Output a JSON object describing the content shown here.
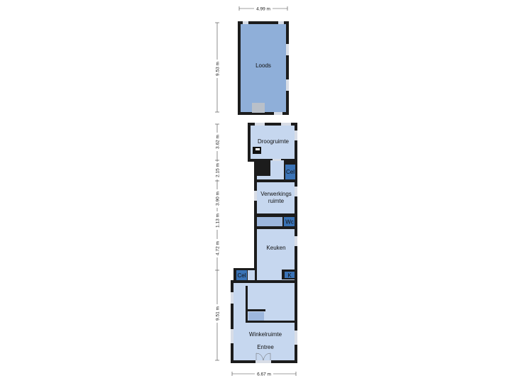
{
  "rooms": {
    "loods": "Loods",
    "droogruimte": "Droogruimte",
    "cel_top": "Cel",
    "verwerkingsruimte_line1": "Verwerkings",
    "verwerkingsruimte_line2": "ruimte",
    "wc": "Wc",
    "keuken": "Keuken",
    "cel_left": "Cel",
    "k_top": "K",
    "k_bottom": "K",
    "winkelruimte": "Winkelruimte",
    "entree": "Entree"
  },
  "dimensions": {
    "top_width": "4.99 m",
    "loods_height": "9.53 m",
    "droogruimte_height": "3.62 m",
    "section2_height": "2.15 m",
    "verwerkings_height": "3.90 m",
    "section4_height": "1.13 m",
    "keuken_height": "4.72 m",
    "winkel_height": "9.51 m",
    "bottom_width": "6.67 m"
  },
  "colors": {
    "floor_light": "#c6d7ef",
    "floor_mid": "#9db7dd",
    "floor_dark": "#3a73b6",
    "loods_floor": "#8fafd9",
    "wall": "#1c1c1c"
  }
}
